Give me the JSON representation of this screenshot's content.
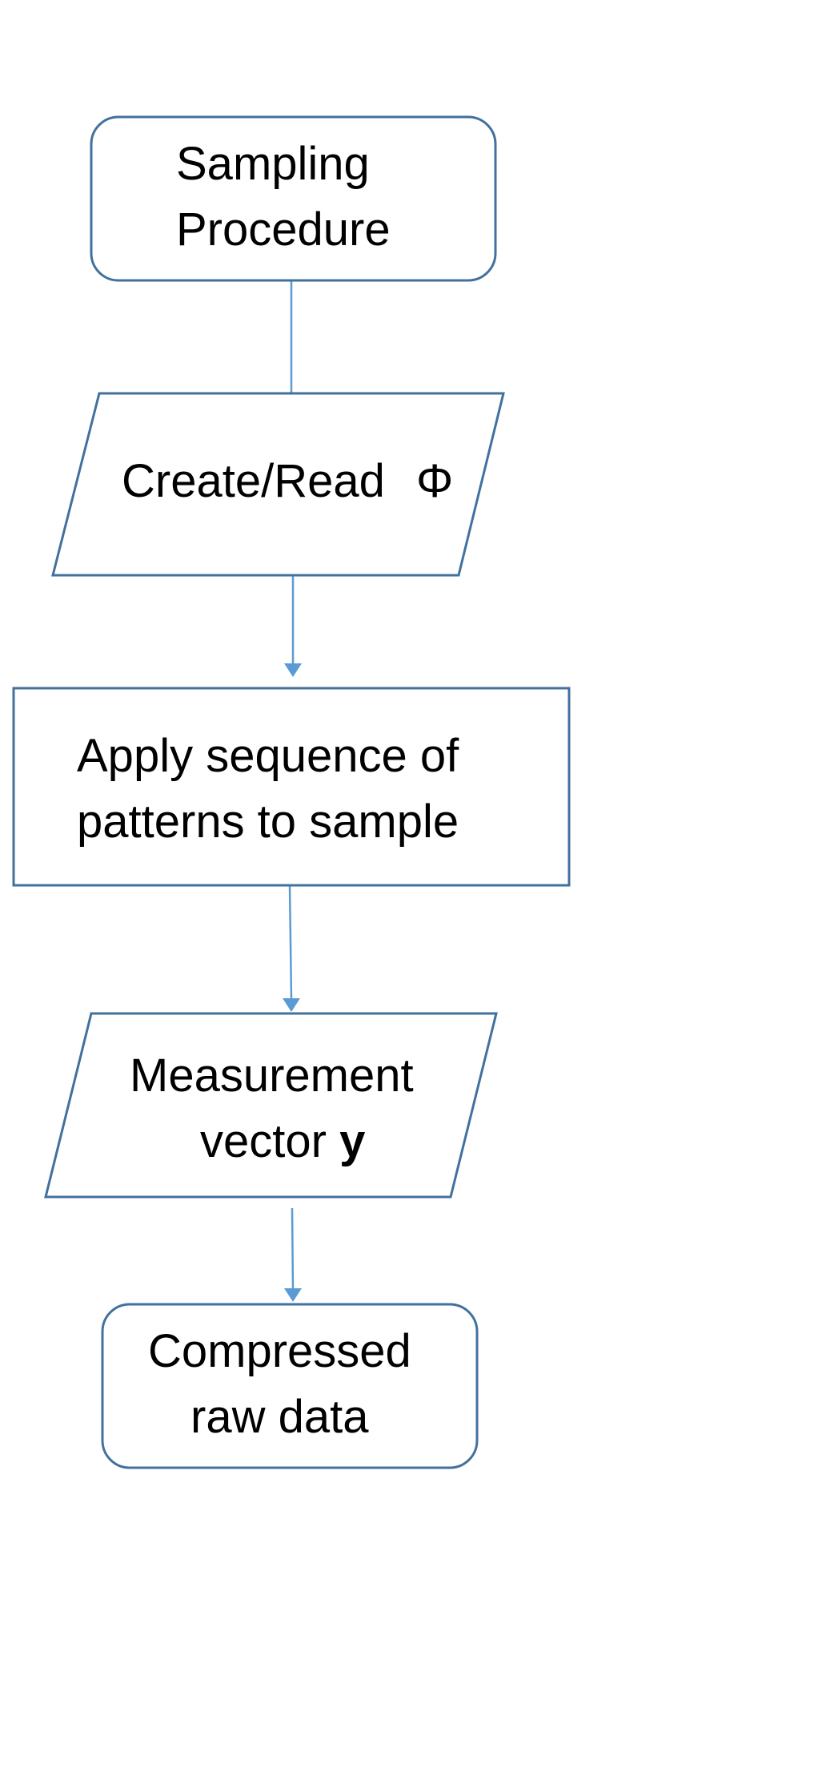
{
  "colors": {
    "shape_stroke": "#41719C",
    "connector": "#5B9BD5",
    "text": "#000000",
    "background": "#FFFFFF"
  },
  "nodes": {
    "sampling_procedure": {
      "shape": "rounded-rectangle",
      "line1": "Sampling",
      "line2": "Procedure"
    },
    "create_read": {
      "shape": "parallelogram",
      "label": "Create/Read",
      "symbol": "Φ"
    },
    "apply_sequence": {
      "shape": "rectangle",
      "line1": "Apply sequence of",
      "line2": "patterns to sample"
    },
    "measurement_vector": {
      "shape": "parallelogram",
      "line1": "Measurement",
      "line2_prefix": "vector",
      "line2_bold": "y"
    },
    "compressed_raw_data": {
      "shape": "rounded-rectangle",
      "line1": "Compressed",
      "line2": "raw data"
    }
  },
  "edges": [
    {
      "from": "sampling_procedure",
      "to": "create_read"
    },
    {
      "from": "create_read",
      "to": "apply_sequence"
    },
    {
      "from": "apply_sequence",
      "to": "measurement_vector"
    },
    {
      "from": "measurement_vector",
      "to": "compressed_raw_data"
    }
  ]
}
